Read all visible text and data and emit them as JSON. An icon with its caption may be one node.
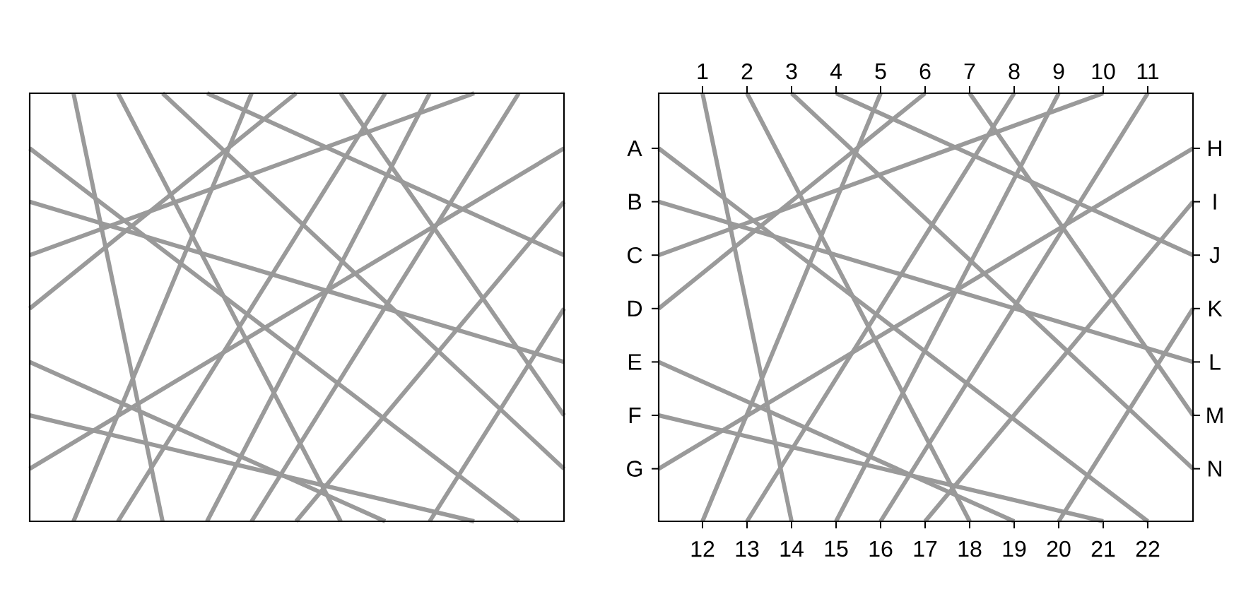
{
  "diagram": {
    "nodes": [
      {
        "text": [
          "1"
        ]
      },
      {
        "text": [
          "2"
        ]
      },
      {
        "text": [
          "3"
        ]
      },
      {
        "text": [
          "4"
        ]
      },
      {
        "text": [
          "5"
        ]
      },
      {
        "text": [
          "6"
        ]
      },
      {
        "text": [
          "7"
        ]
      },
      {
        "text": [
          "8"
        ]
      },
      {
        "text": [
          "9"
        ]
      },
      {
        "text": [
          "10"
        ]
      },
      {
        "text": [
          "11"
        ]
      },
      {
        "text": [
          "A"
        ]
      },
      {
        "text": [
          "H"
        ]
      },
      {
        "text": [
          "B"
        ]
      },
      {
        "text": [
          "I"
        ]
      },
      {
        "text": [
          "C"
        ]
      },
      {
        "text": [
          "J"
        ]
      },
      {
        "text": [
          "D"
        ]
      },
      {
        "text": [
          "K"
        ]
      },
      {
        "text": [
          "E"
        ]
      },
      {
        "text": [
          "L"
        ]
      },
      {
        "text": [
          "F"
        ]
      },
      {
        "text": [
          "M"
        ]
      },
      {
        "text": [
          "G"
        ]
      },
      {
        "text": [
          "N"
        ]
      },
      {
        "text": [
          "12"
        ]
      },
      {
        "text": [
          "13"
        ]
      },
      {
        "text": [
          "14"
        ]
      },
      {
        "text": [
          "15"
        ]
      },
      {
        "text": [
          "16"
        ]
      },
      {
        "text": [
          "17"
        ]
      },
      {
        "text": [
          "18"
        ]
      },
      {
        "text": [
          "19"
        ]
      },
      {
        "text": [
          "20"
        ]
      },
      {
        "text": [
          "21"
        ]
      },
      {
        "text": [
          "22"
        ]
      }
    ],
    "edges": [
      {
        "from": 0,
        "to": 27,
        "arrow": "none"
      },
      {
        "from": 1,
        "to": 31,
        "arrow": "none"
      },
      {
        "from": 2,
        "to": 24,
        "arrow": "none"
      },
      {
        "from": 3,
        "to": 16,
        "arrow": "none"
      },
      {
        "from": 4,
        "to": 25,
        "arrow": "none"
      },
      {
        "from": 5,
        "to": 17,
        "arrow": "none"
      },
      {
        "from": 6,
        "to": 22,
        "arrow": "none"
      },
      {
        "from": 7,
        "to": 26,
        "arrow": "none"
      },
      {
        "from": 8,
        "to": 28,
        "arrow": "none"
      },
      {
        "from": 9,
        "to": 15,
        "arrow": "none"
      },
      {
        "from": 10,
        "to": 29,
        "arrow": "none"
      },
      {
        "from": 11,
        "to": 35,
        "arrow": "none"
      },
      {
        "from": 13,
        "to": 20,
        "arrow": "none"
      },
      {
        "from": 19,
        "to": 32,
        "arrow": "none"
      },
      {
        "from": 21,
        "to": 34,
        "arrow": "none"
      },
      {
        "from": 23,
        "to": 12,
        "arrow": "none"
      },
      {
        "from": 30,
        "to": 14,
        "arrow": "none"
      },
      {
        "from": 33,
        "to": 18,
        "arrow": "none"
      }
    ]
  }
}
